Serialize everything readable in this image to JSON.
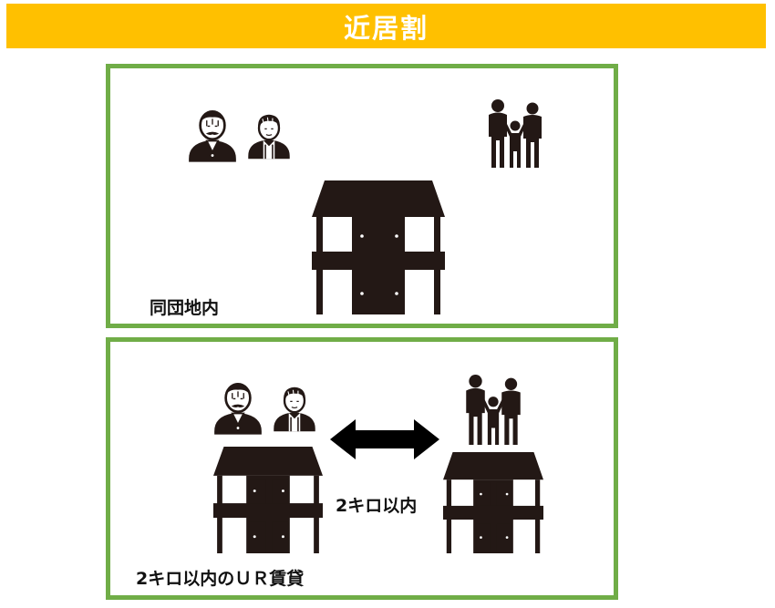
{
  "title": "近居割",
  "panels": {
    "same_complex": {
      "label": "同団地内"
    },
    "within_2km": {
      "distance_label": "2キロ以内",
      "label": "2キロ以内のＵＲ賃貸"
    }
  },
  "colors": {
    "title_background": "#ffc000",
    "title_text": "#ffffff",
    "panel_border": "#70ad47",
    "icon_fill": "#231815"
  },
  "icons": [
    "elderly-man-icon",
    "elderly-woman-icon",
    "family-icon",
    "apartment-building-icon",
    "double-arrow-icon"
  ]
}
